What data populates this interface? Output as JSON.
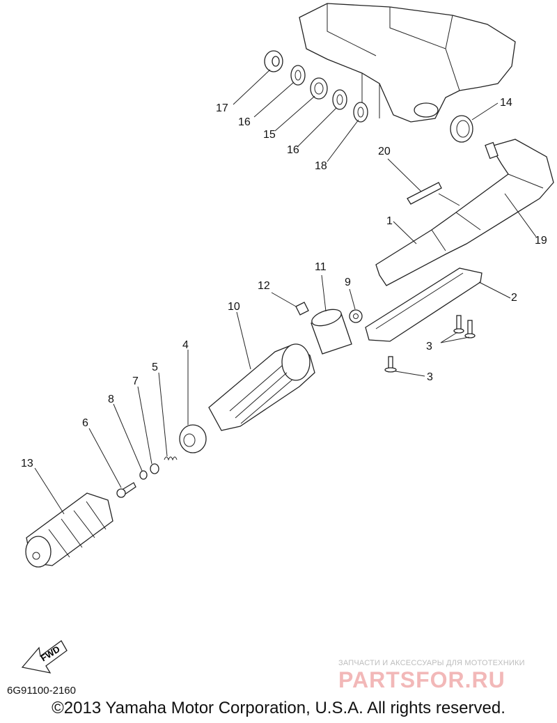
{
  "diagram": {
    "callouts": {
      "c1": "1",
      "c2": "2",
      "c3a": "3",
      "c3b": "3",
      "c4": "4",
      "c5": "5",
      "c6": "6",
      "c7": "7",
      "c8": "8",
      "c9": "9",
      "c10": "10",
      "c11": "11",
      "c12": "12",
      "c13": "13",
      "c14": "14",
      "c15": "15",
      "c16a": "16",
      "c16b": "16",
      "c17": "17",
      "c18": "18",
      "c19": "19",
      "c20": "20"
    },
    "fwd_label": "FWD",
    "diagram_code": "6G91100-2160"
  },
  "footer": {
    "copyright": "©2013 Yamaha Motor Corporation, U.S.A. All rights reserved."
  },
  "watermark": {
    "subtitle": "ЗАПЧАСТИ И АКСЕССУАРЫ ДЛЯ МОТОТЕХНИКИ",
    "brand": "PARTSFOR.RU"
  }
}
